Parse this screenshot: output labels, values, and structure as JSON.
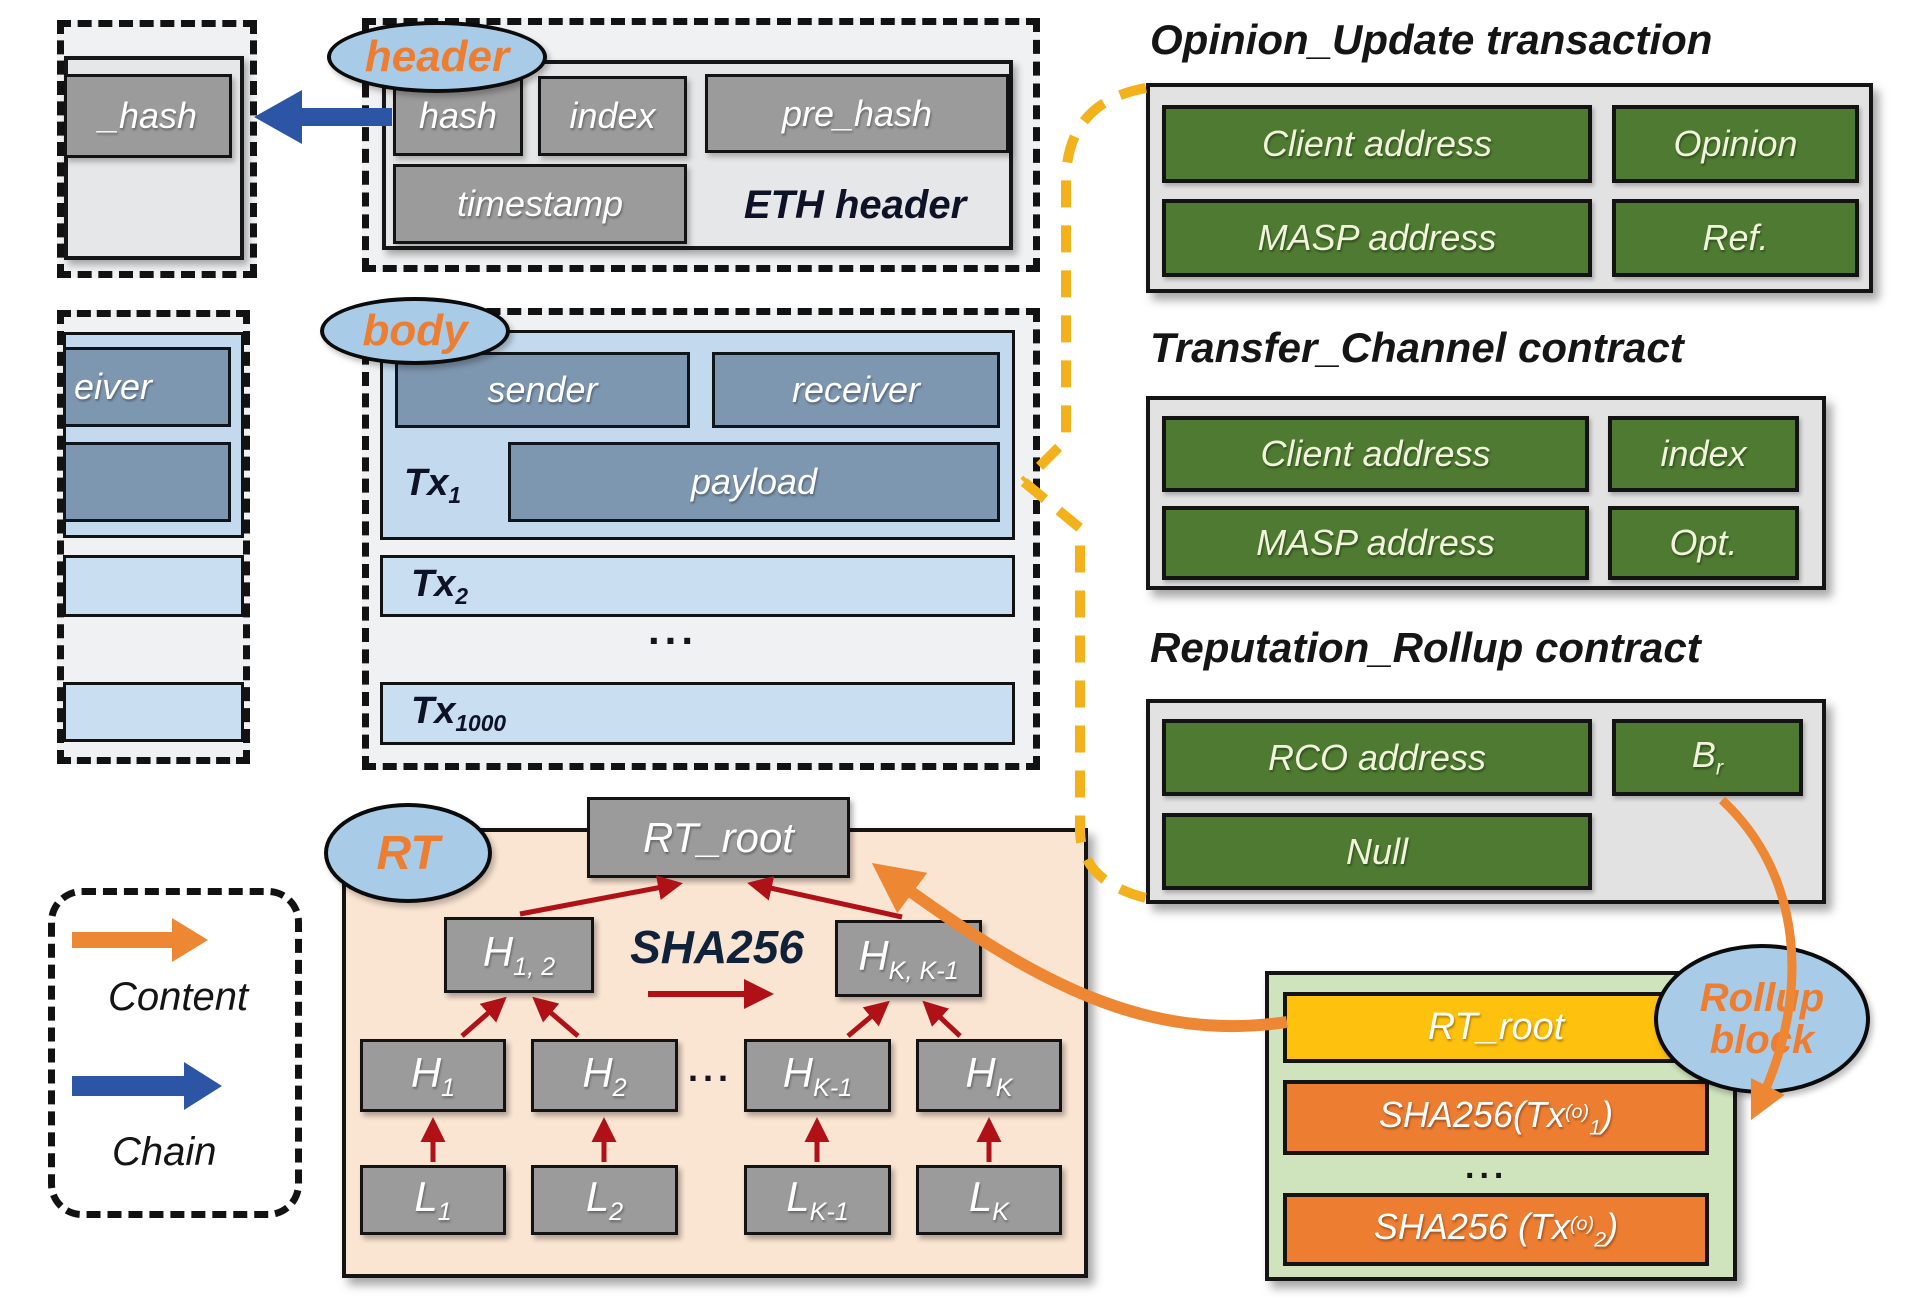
{
  "colors": {
    "gold_dash": "#f3b11b",
    "orange": "#ed8733",
    "orange_box": "#ed7d31",
    "yellow_box": "#fec10d",
    "green_box": "#4e7b31",
    "light_green": "#cfe4bd",
    "peach": "#fae4d2",
    "slate_blue": "#7e97b0",
    "light_blue_row": "#c9def1",
    "panel_blue": "#c3daee",
    "ellipse_blue": "#a8cbe8",
    "gray_box": "#9b9b9b",
    "chain_blue": "#2d55a5",
    "red_arrow": "#b01116"
  },
  "ellipses": {
    "header": "header",
    "body": "body",
    "rt": "RT",
    "rollup_line1": "Rollup",
    "rollup_line2": "block"
  },
  "prev_header": {
    "hash": "_hash"
  },
  "prev_body": {
    "receiver_partial": "eiver"
  },
  "eth_header": {
    "hash": "hash",
    "index": "index",
    "pre_hash": "pre_hash",
    "timestamp": "timestamp",
    "title": "ETH header"
  },
  "body_block": {
    "sender": "sender",
    "receiver": "receiver",
    "payload": "payload",
    "tx1": {
      "base": "Tx",
      "sub": "1"
    },
    "tx2": {
      "base": "Tx",
      "sub": "2"
    },
    "tx1000": {
      "base": "Tx",
      "sub": "1000"
    },
    "dots": "..."
  },
  "contracts": {
    "opinion_update": {
      "title": "Opinion_Update transaction",
      "cells": {
        "r1c1": "Client address",
        "r1c2": "Opinion",
        "r2c1": "MASP address",
        "r2c2": "Ref."
      }
    },
    "transfer_channel": {
      "title": "Transfer_Channel contract",
      "cells": {
        "r1c1": "Client address",
        "r1c2": "index",
        "r2c1": "MASP address",
        "r2c2": "Opt."
      }
    },
    "reputation_rollup": {
      "title": "Reputation_Rollup contract",
      "cells": {
        "r1c1": "RCO address",
        "r1c2": {
          "base": "B",
          "sub": "r"
        },
        "r2c1": "Null"
      }
    }
  },
  "tree": {
    "root": "RT_root",
    "sha": "SHA256",
    "dots": "...",
    "h12": {
      "base": "H",
      "sub": "1, 2"
    },
    "hk_k1": {
      "base": "H",
      "sub": "K, K-1"
    },
    "h1": {
      "base": "H",
      "sub": "1"
    },
    "h2": {
      "base": "H",
      "sub": "2"
    },
    "hk1": {
      "base": "H",
      "sub": "K-1"
    },
    "hk": {
      "base": "H",
      "sub": "K"
    },
    "l1": {
      "base": "L",
      "sub": "1"
    },
    "l2": {
      "base": "L",
      "sub": "2"
    },
    "lk1": {
      "base": "L",
      "sub": "K-1"
    },
    "lk": {
      "base": "L",
      "sub": "K"
    }
  },
  "rollup_block": {
    "root": "RT_root",
    "hash1": {
      "pre": "SHA256(Tx",
      "sup": "(o)",
      "sub": "1",
      "post": ")"
    },
    "dots": "...",
    "hash2": {
      "pre": "SHA256 (Tx",
      "sup": "(o)",
      "sub": "2",
      "post": ")"
    }
  },
  "legend": {
    "content": "Content",
    "chain": "Chain"
  }
}
